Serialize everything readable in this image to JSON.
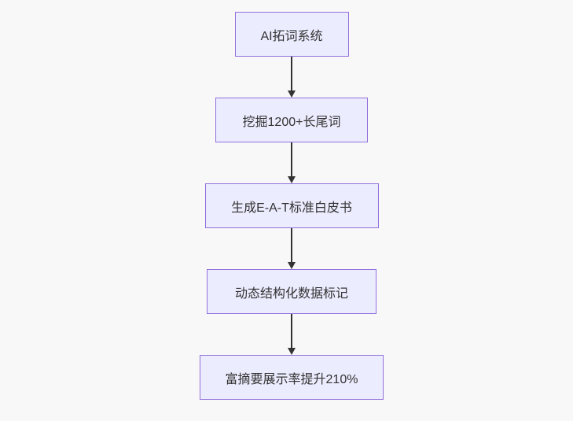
{
  "diagram": {
    "type": "flowchart",
    "direction": "top-down",
    "nodes": [
      {
        "label": "AI拓词系统"
      },
      {
        "label": "挖掘1200+长尾词"
      },
      {
        "label": "生成E-A-T标准白皮书"
      },
      {
        "label": "动态结构化数据标记"
      },
      {
        "label": "富摘要展示率提升210%"
      }
    ],
    "edges": [
      {
        "from": 0,
        "to": 1
      },
      {
        "from": 1,
        "to": 2
      },
      {
        "from": 2,
        "to": 3
      },
      {
        "from": 3,
        "to": 4
      }
    ],
    "colors": {
      "background": "#f8f8f8",
      "node_fill": "#ECECFF",
      "node_border": "#9370DB",
      "text": "#333333",
      "arrow": "#333333"
    }
  }
}
